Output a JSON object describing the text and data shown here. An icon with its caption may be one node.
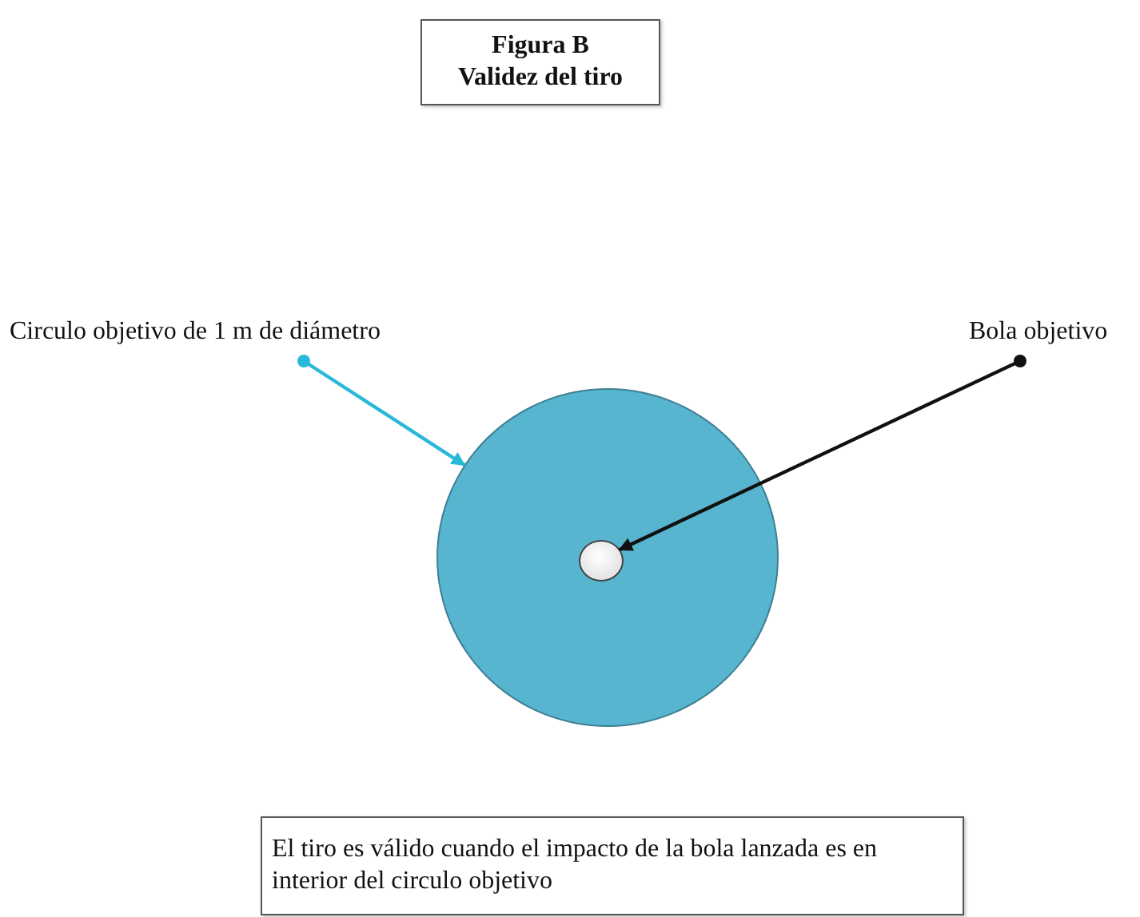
{
  "diagram": {
    "nodes": [
      {
        "text": [
          "Figura B",
          "Validez del tiro"
        ]
      },
      {
        "text": [
          "Circulo objetivo de 1 m de diámetro"
        ]
      },
      {
        "text": [],
        "shape": "circle"
      },
      {
        "text": [],
        "shape": "circle",
        "in": 2
      },
      {
        "text": [
          "Bola objetivo"
        ]
      },
      {
        "text": [
          "El tiro es válido cuando el impacto de la bola lanzada es en interior del circulo objetivo"
        ]
      }
    ],
    "edges": [
      {
        "from": 1,
        "to": 2,
        "arrow": "to",
        "color": "#29b8d8"
      },
      {
        "from": 4,
        "to": 3,
        "arrow": "to",
        "color": "#111111"
      }
    ]
  }
}
